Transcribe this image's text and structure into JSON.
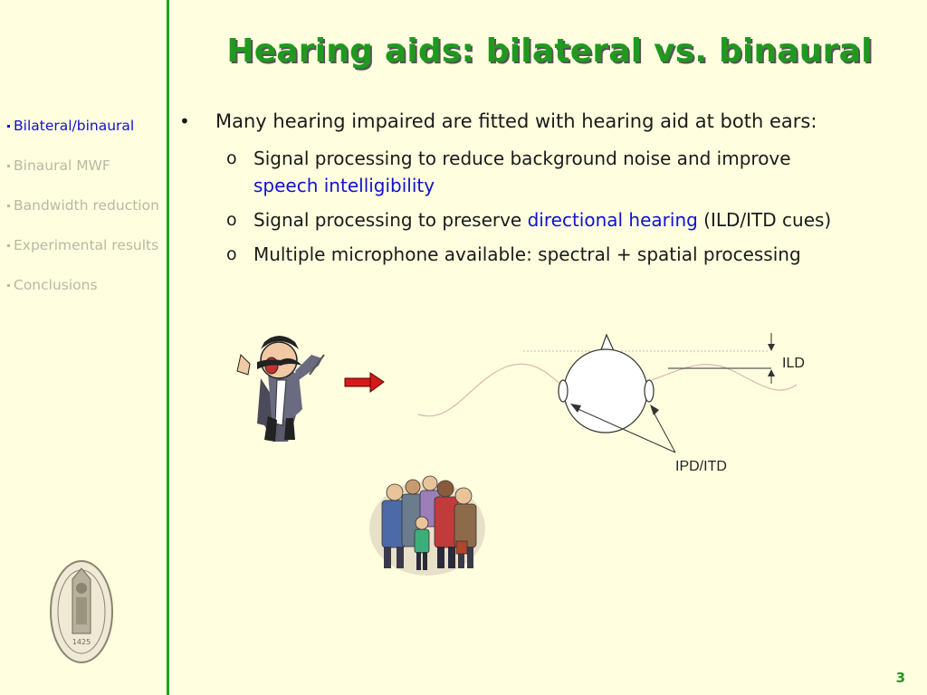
{
  "title": "Hearing aids: bilateral vs. binaural",
  "nav": {
    "items": [
      {
        "label": "Bilateral/binaural",
        "active": true
      },
      {
        "label": "Binaural MWF",
        "active": false
      },
      {
        "label": "Bandwidth reduction",
        "active": false
      },
      {
        "label": "Experimental results",
        "active": false
      },
      {
        "label": "Conclusions",
        "active": false
      }
    ]
  },
  "bullets": {
    "main": "Many hearing impaired are fitted with hearing aid at both ears:",
    "sub1_a": "Signal processing to reduce background noise and improve",
    "sub1_b": "speech intelligibility",
    "sub2_a": "Signal processing to preserve ",
    "sub2_b": "directional hearing",
    "sub2_c": " (ILD/ITD cues)",
    "sub3": "Multiple microphone available: spectral + spatial processing",
    "bullet_symbol": "•",
    "sub_symbol": "o"
  },
  "diagram": {
    "ild_label": "ILD",
    "ipd_label": "IPD/ITD"
  },
  "page_number": "3",
  "colors": {
    "background": "#ffffdf",
    "accent_green": "#1f9a1f",
    "link_blue": "#1010d0",
    "nav_inactive": "#b8b8a4"
  }
}
